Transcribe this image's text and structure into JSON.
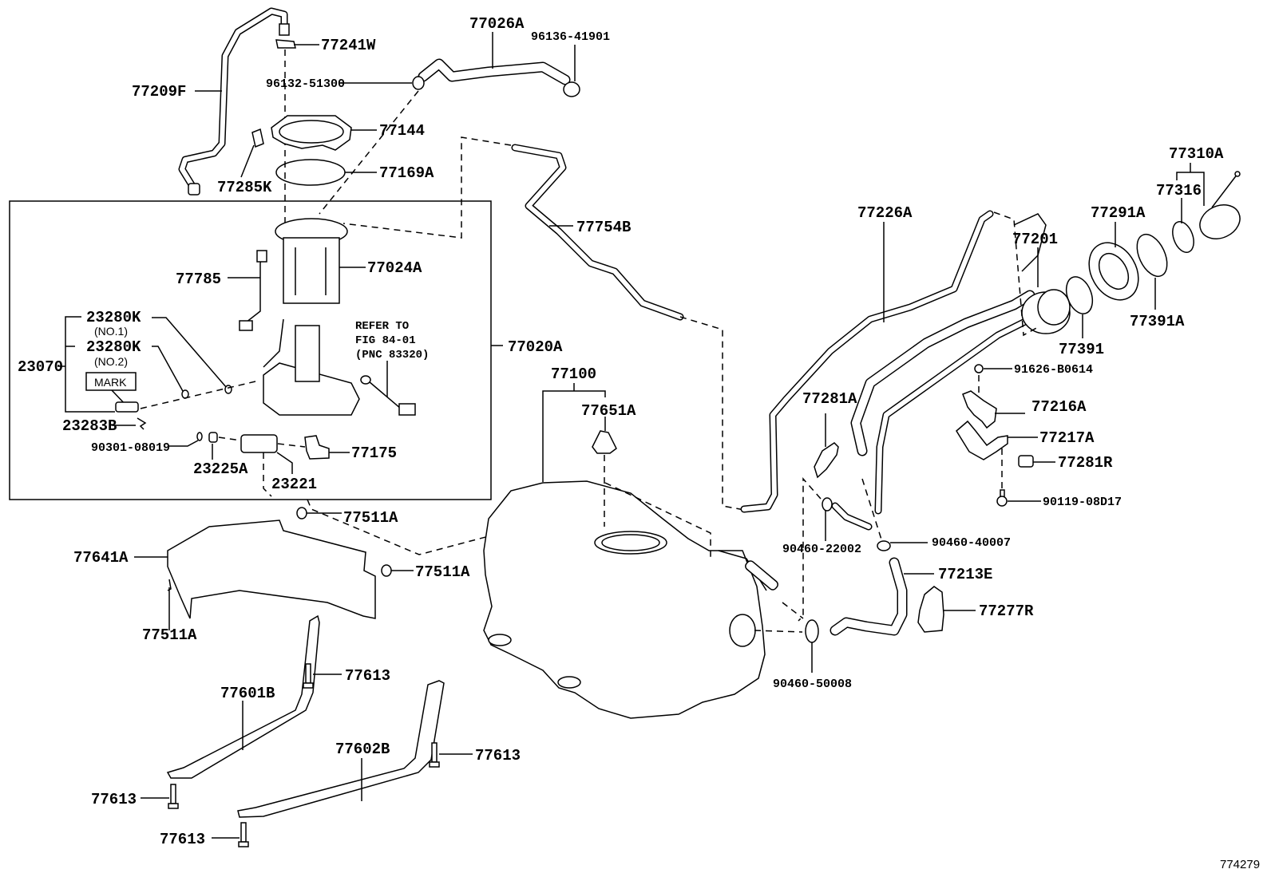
{
  "figure_id": "774279",
  "note": {
    "line1": "REFER TO",
    "line2": "FIG 84-01",
    "line3": "(PNC 83320)"
  },
  "mark_label": "MARK",
  "parts": {
    "p77241W": "77241W",
    "p77026A": "77026A",
    "p96136_41901": "96136-41901",
    "p96132_51300": "96132-51300",
    "p77209F": "77209F",
    "p77144": "77144",
    "p77169A": "77169A",
    "p77285K": "77285K",
    "p77754B": "77754B",
    "p77785": "77785",
    "p77024A": "77024A",
    "p23280K_1": "23280K",
    "p23280K_1_note": "(NO.1)",
    "p23280K_2": "23280K",
    "p23280K_2_note": "(NO.2)",
    "p23070": "23070",
    "p77020A": "77020A",
    "p23283B": "23283B",
    "p90301_08019": "90301-08019",
    "p23225A": "23225A",
    "p23221": "23221",
    "p77175": "77175",
    "p77100": "77100",
    "p77651A": "77651A",
    "p77511A_top": "77511A",
    "p77511A_right": "77511A",
    "p77511A_left": "77511A",
    "p77641A": "77641A",
    "p77613_a": "77613",
    "p77613_b": "77613",
    "p77613_c": "77613",
    "p77613_d": "77613",
    "p77601B": "77601B",
    "p77602B": "77602B",
    "p77226A": "77226A",
    "p77201": "77201",
    "p77291A": "77291A",
    "p77310A": "77310A",
    "p77316": "77316",
    "p77391": "77391",
    "p77391A": "77391A",
    "p91626_B0614": "91626-B0614",
    "p77281A": "77281A",
    "p77216A": "77216A",
    "p77217A": "77217A",
    "p77281R": "77281R",
    "p90119_08D17": "90119-08D17",
    "p90460_22002": "90460-22002",
    "p90460_40007": "90460-40007",
    "p77213E": "77213E",
    "p77277R": "77277R",
    "p90460_50008": "90460-50008"
  }
}
